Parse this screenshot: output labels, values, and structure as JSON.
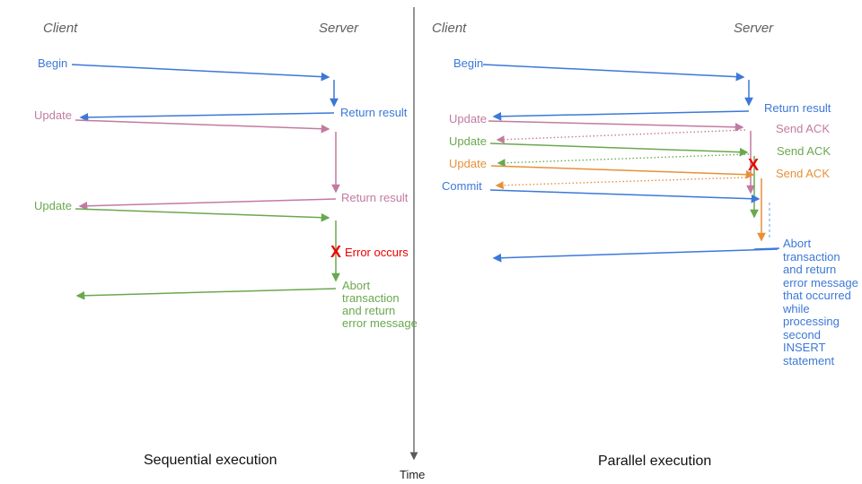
{
  "colors": {
    "blue": "#3c78d8",
    "light_blue": "#8ab4e8",
    "pink": "#c27ba0",
    "green": "#6aa84f",
    "orange": "#e69138",
    "red": "#ee0000",
    "axis": "#5a5a5a",
    "header_gray": "#5f5f5f",
    "caption_black": "#111111"
  },
  "time_axis": {
    "label": "Time"
  },
  "left_panel": {
    "caption": "Sequential execution",
    "client_header": "Client",
    "server_header": "Server",
    "messages": {
      "begin": "Begin",
      "return_result_blue": "Return result",
      "update_pink": "Update",
      "return_result_pink": "Return result",
      "update_green": "Update",
      "error_x": "X",
      "error_occurs": "Error occurs",
      "abort_note": "Abort\ntransaction\nand return\nerror message"
    }
  },
  "right_panel": {
    "caption": "Parallel execution",
    "client_header": "Client",
    "server_header": "Server",
    "messages": {
      "begin": "Begin",
      "return_result": "Return result",
      "update_pink": "Update",
      "send_ack_pink": "Send ACK",
      "update_green": "Update",
      "send_ack_green": "Send ACK",
      "update_orange": "Update",
      "send_ack_orange": "Send ACK",
      "commit": "Commit",
      "error_x": "X",
      "abort_note": "Abort\ntransaction\nand return\nerror message\nthat occurred\nwhile\nprocessing\nsecond\nINSERT\nstatement"
    }
  }
}
